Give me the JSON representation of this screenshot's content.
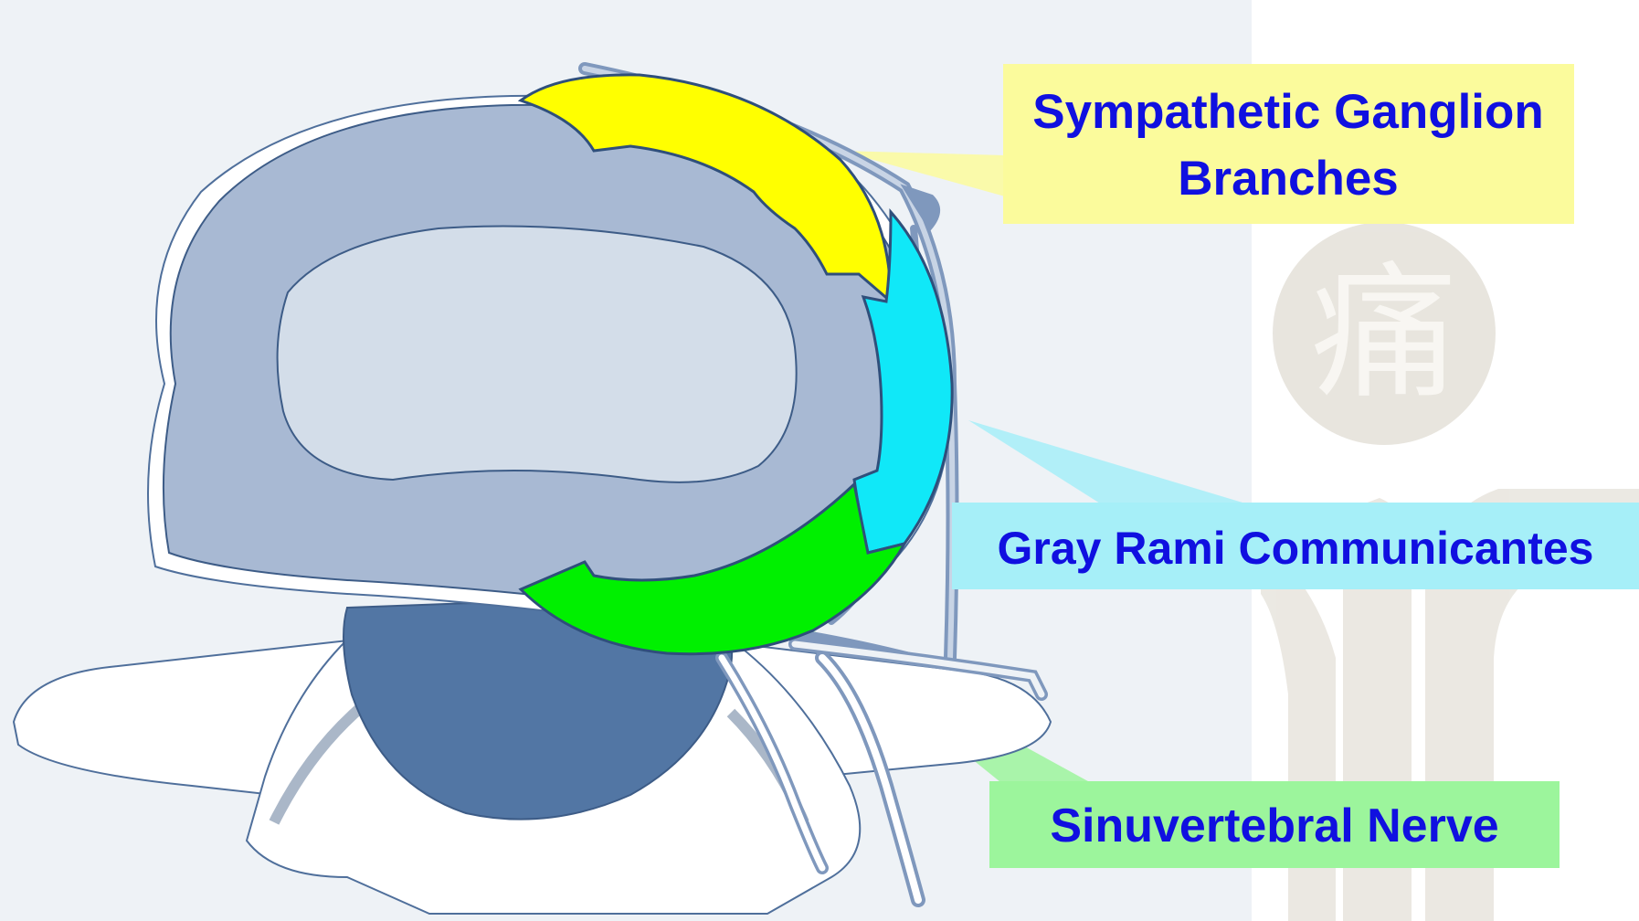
{
  "labels": {
    "sympathetic": {
      "line1": "Sympathetic Ganglion",
      "line2": "Branches"
    },
    "gray_rami": "Gray Rami Communicantes",
    "sinuvertebral": "Sinuvertebral Nerve"
  },
  "watermark": {
    "character": "痛"
  },
  "colors": {
    "background_left": "#eef2f6",
    "background_right": "#ffffff",
    "disc_annulus": "#a8b9d3",
    "disc_nucleus": "#d3dde9",
    "spinal_canal": "#5276a4",
    "nerve_stroke": "#7f98bd",
    "sympathetic_region": "#ffff00",
    "gray_rami_region": "#10e8f8",
    "sinuvertebral_region": "#00f000",
    "label_sympathetic_bg": "#fbfb9c",
    "label_gray_rami_bg": "#a6eff8",
    "label_sinuvertebral_bg": "#9cf59c",
    "label_text": "#1010e0"
  }
}
